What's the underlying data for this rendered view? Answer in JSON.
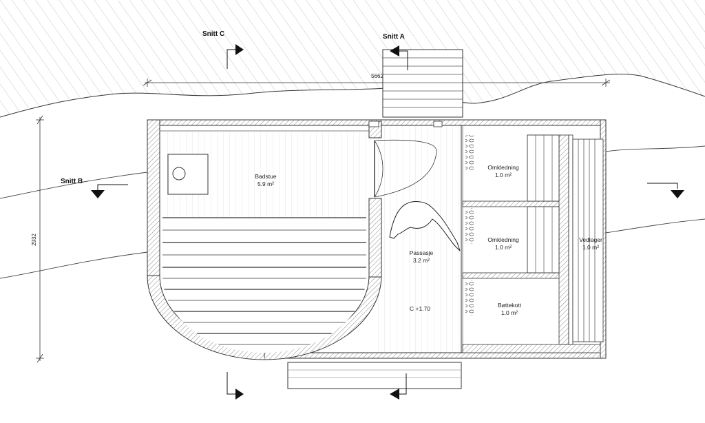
{
  "sections": {
    "snitt_a": "Snitt A",
    "snitt_b": "Snitt B",
    "snitt_c": "Snitt C"
  },
  "dimensions": {
    "width": "5662",
    "depth": "2932"
  },
  "rooms": {
    "badstue": {
      "name": "Badstue",
      "area": "5.9 m²"
    },
    "omkledning_1": {
      "name": "Omkledning",
      "area": "1.0 m²"
    },
    "omkledning_2": {
      "name": "Omkledning",
      "area": "1.0 m²"
    },
    "passasje": {
      "name": "Passasje",
      "area": "3.2 m²"
    },
    "bottekott": {
      "name": "Bøttekott",
      "area": "1.0 m²"
    },
    "vedlager": {
      "name": "Vedlager",
      "area": "1.0 m²"
    }
  },
  "level_mark": "C +1.70"
}
